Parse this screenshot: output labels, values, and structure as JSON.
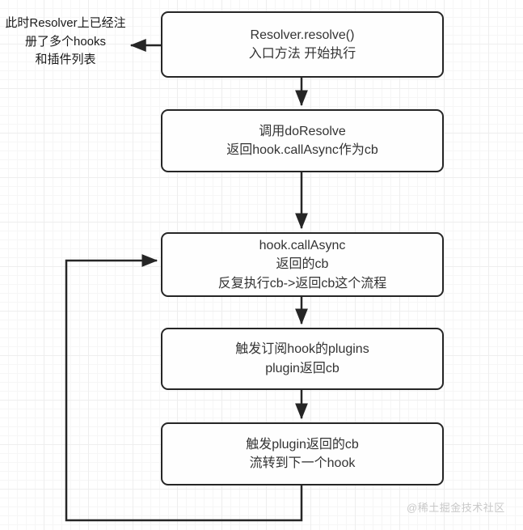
{
  "diagram": {
    "title_note": {
      "lines": [
        "此时Resolver上已经注",
        "册了多个hooks",
        "和插件列表"
      ]
    },
    "nodes": [
      {
        "id": "resolve-entry",
        "lines": [
          "Resolver.resolve()",
          "入口方法  开始执行"
        ]
      },
      {
        "id": "do-resolve",
        "lines": [
          "调用doResolve",
          "返回hook.callAsync作为cb"
        ]
      },
      {
        "id": "hook-call-async",
        "lines": [
          "hook.callAsync",
          "返回的cb",
          "反复执行cb->返回cb这个流程"
        ]
      },
      {
        "id": "trigger-plugins",
        "lines": [
          "触发订阅hook的plugins",
          "plugin返回cb"
        ]
      },
      {
        "id": "trigger-plugin-cb",
        "lines": [
          "触发plugin返回的cb",
          "流转到下一个hook"
        ]
      }
    ],
    "watermark": "@稀土掘金技术社区",
    "colors": {
      "stroke": "#262626",
      "node_fill": "#fefefe",
      "text": "#333333",
      "grid_minor": "#f6f6f6",
      "grid_major": "#eeeeee",
      "watermark": "#c9c9c9"
    }
  }
}
